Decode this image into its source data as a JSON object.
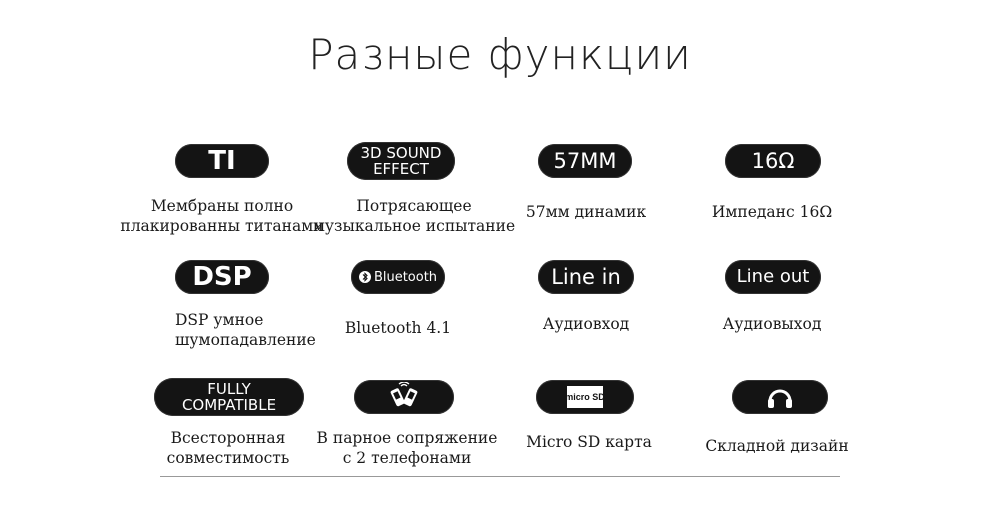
{
  "title": "Разные функции",
  "features": [
    {
      "pill": "TI",
      "label": "Мембраны полно\nплакированны титанами"
    },
    {
      "pill": "3D SOUND\nEFFECT",
      "label": "Потрясающее\nмузыкальное испытание"
    },
    {
      "pill": "57MM",
      "label": "57мм динамик"
    },
    {
      "pill": "16Ω",
      "label": "Импеданс 16Ω"
    },
    {
      "pill": "DSP",
      "label": "DSP умное\nшумопадавление"
    },
    {
      "pill": "Bluetooth",
      "label": "Bluetooth 4.1"
    },
    {
      "pill": "Line in",
      "label": "Аудиовход"
    },
    {
      "pill": "Line out",
      "label": "Аудиовыход"
    },
    {
      "pill": "FULLY\nCOMPATIBLE",
      "label": "Всесторонная\nсовместимость"
    },
    {
      "pill_icon": "two-phones-icon",
      "label": "В парное сопряжение\nс 2 телефонами"
    },
    {
      "pill_icon": "micro-sd-icon",
      "pill_text": "micro SD",
      "label": "Micro SD карта"
    },
    {
      "pill_icon": "headphones-icon",
      "label": "Складной дизайн"
    }
  ]
}
